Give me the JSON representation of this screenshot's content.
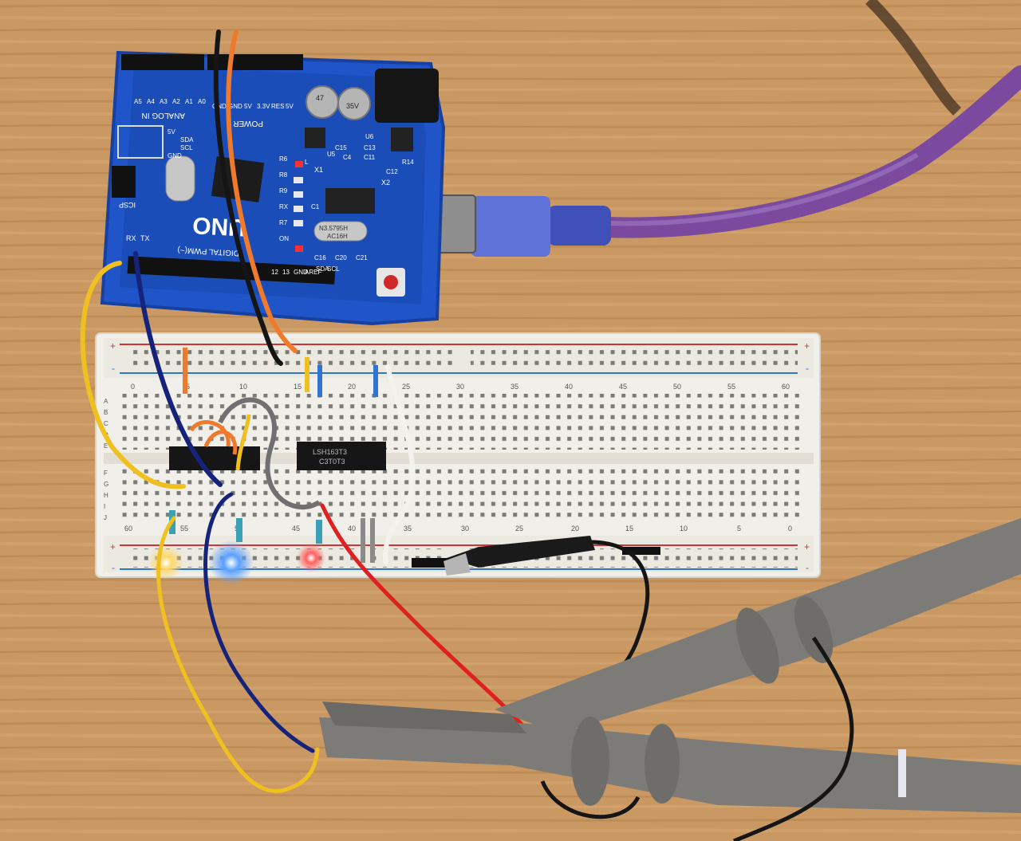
{
  "arduino": {
    "header_top_labels": [
      "A5",
      "A4",
      "A3",
      "A2",
      "A1",
      "A0"
    ],
    "analog_label": "ANALOG IN",
    "power_pins": [
      "GND",
      "GND",
      "5V",
      "3.3V",
      "RES",
      "5V"
    ],
    "power_label": "POWER",
    "logo_text": "UNO",
    "pwm_label": "DIGITAL PWM(~)",
    "rx_label": "RX",
    "tx_label": "TX",
    "icsp_label": "ICSP",
    "led_labels": [
      "R6",
      "R8",
      "R9",
      "RX",
      "R7",
      "ON",
      "L"
    ],
    "crystal_text": "N3.5795H",
    "crystal_code": "AC16H",
    "chip_labels": [
      "U5",
      "U6",
      "C15",
      "C13",
      "C4",
      "C11",
      "R14",
      "C12",
      "C1",
      "C16",
      "C20",
      "C21"
    ],
    "side_labels": [
      "5V",
      "SDA",
      "SCL",
      "GND"
    ],
    "bottom_labels": [
      "SCL",
      "SDA",
      "AREF",
      "GND",
      "13",
      "12"
    ],
    "cap_labels": [
      "47",
      "35V"
    ],
    "x1_label": "X1",
    "x2_label": "X2"
  },
  "breadboard": {
    "top_numbers": [
      "0",
      "5",
      "10",
      "15",
      "20",
      "25",
      "30",
      "35",
      "40",
      "45",
      "50",
      "55",
      "60"
    ],
    "bottom_numbers": [
      "60",
      "55",
      "50",
      "45",
      "40",
      "35",
      "30",
      "25",
      "20",
      "15",
      "10",
      "5",
      "0"
    ],
    "row_letters_top": [
      "A",
      "B",
      "C",
      "D",
      "E"
    ],
    "row_letters_bottom": [
      "F",
      "G",
      "H",
      "I",
      "J"
    ],
    "rail_plus": "+",
    "rail_minus": "-",
    "ic_label": "LSH163T3",
    "ic_code": "C3T0T3"
  },
  "colors": {
    "board_blue": "#1f55c8",
    "breadboard": "#f1efe9",
    "rail_red": "#d23535",
    "rail_blue": "#2f74d0",
    "wire_orange": "#f07a2c",
    "wire_yellow": "#f0c020",
    "wire_navy": "#16237a",
    "wire_red": "#e02020",
    "wire_black": "#151515",
    "usb_cable": "#7b4a9e",
    "probe_grey": "#7c7b78",
    "led_blue": "#3f8cff",
    "led_red": "#ff5a5a",
    "led_yellow": "#ffe07a"
  }
}
